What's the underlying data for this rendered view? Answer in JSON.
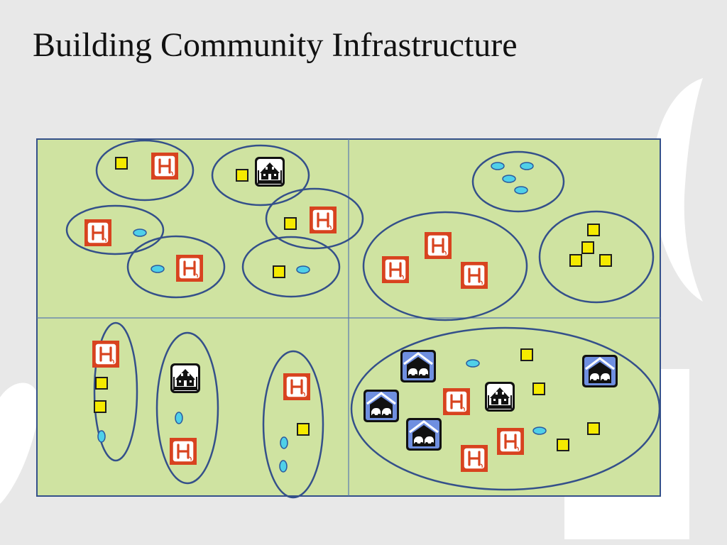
{
  "slide": {
    "title": "Building Community Infrastructure"
  },
  "colors": {
    "background": "#e8e8e8",
    "panel_fill": "#cfe3a1",
    "border": "#34508a",
    "cluster_outline": "#34508a",
    "hospital_red": "#d8431f",
    "square_yellow": "#f5ea00",
    "dot_cyan": "#4fd0e8",
    "garage_blue": "#6f8fe0"
  },
  "icon_types": [
    "hospital-icon",
    "yellow-square",
    "cyan-dot",
    "house-icon",
    "garage-icon"
  ],
  "hospital_letter": "H"
}
